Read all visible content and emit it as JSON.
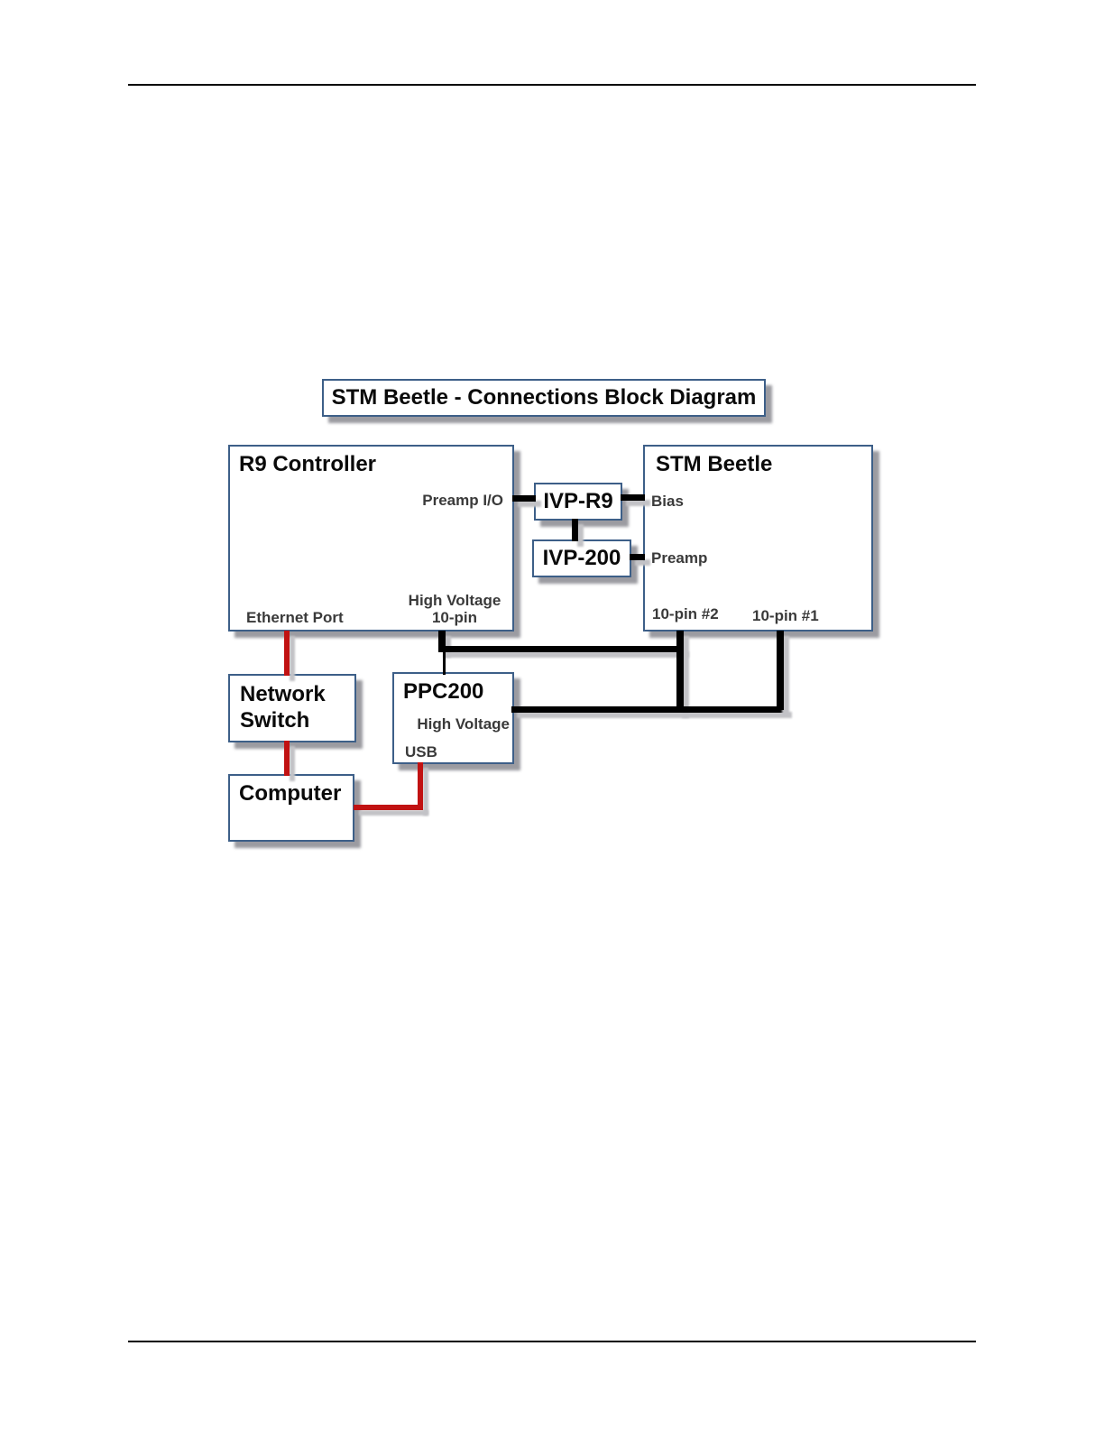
{
  "diagram": {
    "title": "STM Beetle - Connections Block Diagram",
    "blocks": {
      "r9_controller": {
        "title": "R9 Controller",
        "ports": {
          "preamp_io": "Preamp I/O",
          "high_voltage": "High Voltage",
          "high_voltage_pin": "10-pin",
          "ethernet": "Ethernet Port"
        }
      },
      "stm_beetle": {
        "title": "STM Beetle",
        "ports": {
          "bias": "Bias",
          "preamp": "Preamp",
          "pin2": "10-pin #2",
          "pin1": "10-pin #1"
        }
      },
      "ivp_r9": {
        "label": "IVP-R9"
      },
      "ivp_200": {
        "label": "IVP-200"
      },
      "ppc200": {
        "title": "PPC200",
        "ports": {
          "high_voltage": "High Voltage",
          "usb": "USB"
        }
      },
      "network_switch": {
        "title": "Network Switch"
      },
      "computer": {
        "title": "Computer"
      }
    },
    "colors": {
      "signal_connector": "#000000",
      "network_connector": "#c11212",
      "box_border": "#3d5f88",
      "port_label_text": "#3a3a3a",
      "title_text": "#0a0a0a",
      "shadow": "#9b9ba1",
      "page_background": "#ffffff"
    }
  }
}
